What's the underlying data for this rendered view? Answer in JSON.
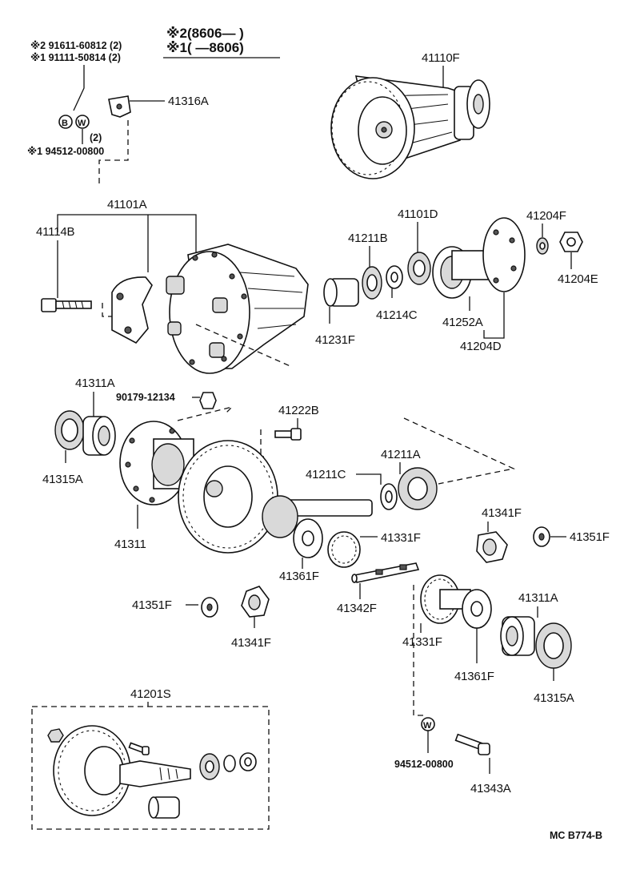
{
  "notes": {
    "note2": "※2(8606—      )",
    "note1": "※1(       —8606)"
  },
  "labels": {
    "l_91611": "※2 91611-60812 (2)",
    "l_91111": "※1 91111-50814 (2)",
    "l_41316A": "41316A",
    "l_B": "B",
    "l_W": "W",
    "l_qty2": "(2)",
    "l_94512a": "※1 94512-00800",
    "l_41110F": "41110F",
    "l_41101A": "41101A",
    "l_41114B": "41114B",
    "l_41211B": "41211B",
    "l_41101D": "41101D",
    "l_41204F": "41204F",
    "l_41204E": "41204E",
    "l_41214C": "41214C",
    "l_41231F": "41231F",
    "l_41252A": "41252A",
    "l_41204D": "41204D",
    "l_41311A_a": "41311A",
    "l_90179": "90179-12134",
    "l_41222B": "41222B",
    "l_41315A_a": "41315A",
    "l_41211A": "41211A",
    "l_41211C": "41211C",
    "l_41311": "41311",
    "l_41341F_a": "41341F",
    "l_41351F_a": "41351F",
    "l_41331F_a": "41331F",
    "l_41361F_a": "41361F",
    "l_41351F_b": "41351F",
    "l_41342F": "41342F",
    "l_41341F_b": "41341F",
    "l_41311A_b": "41311A",
    "l_41331F_b": "41331F",
    "l_41361F_b": "41361F",
    "l_41315A_b": "41315A",
    "l_41201S": "41201S",
    "l_W2": "W",
    "l_94512b": "94512-00800",
    "l_41343A": "41343A",
    "l_code": "MC  B774-B"
  }
}
